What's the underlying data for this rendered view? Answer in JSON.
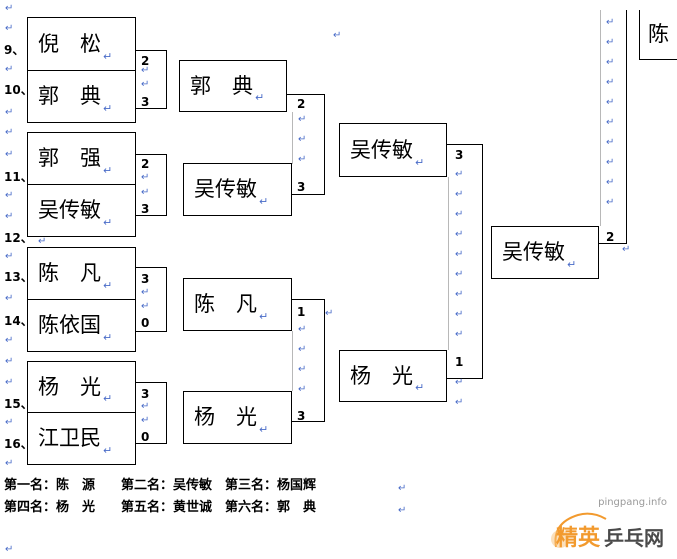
{
  "seeds": [
    "9、",
    "10、",
    "11、",
    "12、",
    "13、",
    "14、",
    "15、",
    "16、"
  ],
  "round1": [
    {
      "a": "倪　松",
      "b": "郭　典",
      "score_a": "2",
      "score_b": "3"
    },
    {
      "a": "郭　强",
      "b": "吴传敏",
      "score_a": "2",
      "score_b": "3"
    },
    {
      "a": "陈　凡",
      "b": "陈依国",
      "score_a": "3",
      "score_b": "0"
    },
    {
      "a": "杨　光",
      "b": "江卫民",
      "score_a": "3",
      "score_b": "0"
    }
  ],
  "round2": [
    {
      "a": "郭　典",
      "b": "吴传敏",
      "score_a": "2",
      "score_b": "3"
    },
    {
      "a": "陈　凡",
      "b": "杨　光",
      "score_a": "1",
      "score_b": "3"
    }
  ],
  "round3": {
    "a": "吴传敏",
    "b": "杨　光",
    "score_a": "3",
    "score_b": "1"
  },
  "round4": {
    "name": "吴传敏",
    "score": "2"
  },
  "top_right": "陈",
  "results": [
    "第一名：陈　源　　第二名：吴传敏　第三名：杨国辉",
    "第四名：杨　光　　第五名：黄世诚　第六名：郭　典"
  ],
  "watermark": {
    "url": "pingpang.info",
    "brand_a": "精英",
    "brand_b": "乒乓网"
  },
  "colors": {
    "mark": "#4a6cc8",
    "logo_orange": "#f29a2e"
  }
}
